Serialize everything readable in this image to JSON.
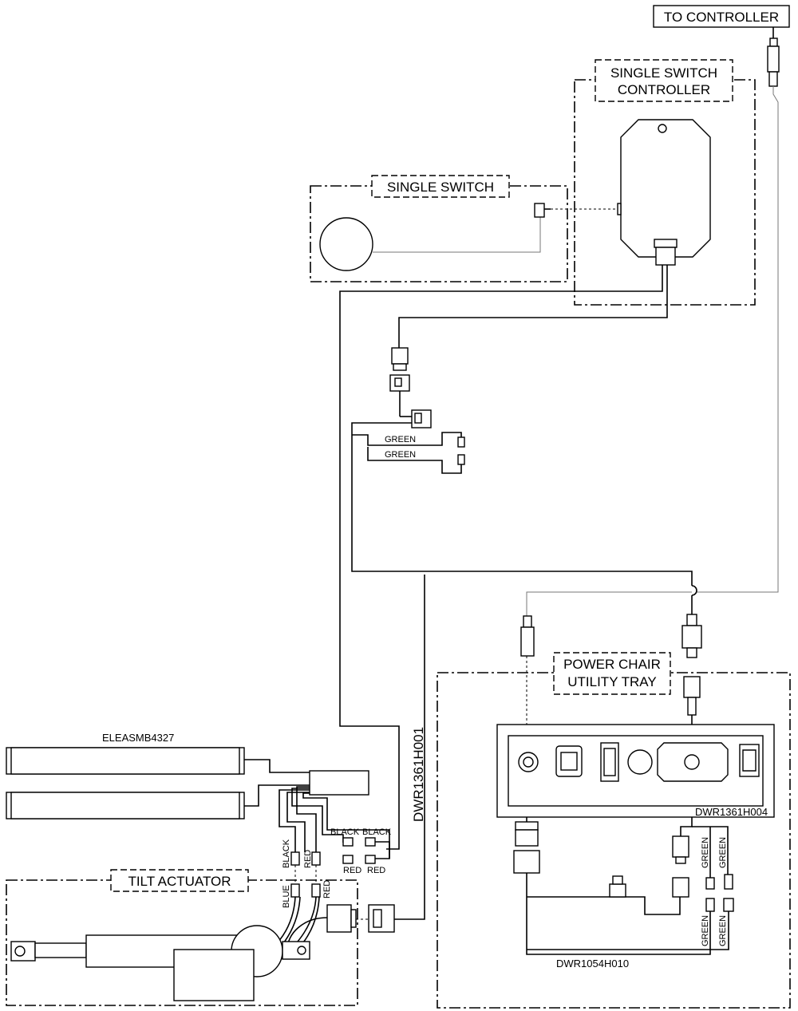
{
  "labels": {
    "to_controller": "TO CONTROLLER",
    "single_switch_controller_1": "SINGLE SWITCH",
    "single_switch_controller_2": "CONTROLLER",
    "single_switch": "SINGLE SWITCH",
    "power_chair_utility_tray_1": "POWER CHAIR",
    "power_chair_utility_tray_2": "UTILITY TRAY",
    "tilt_actuator": "TILT ACTUATOR",
    "eleasmb": "ELEASMB4327",
    "dwr1361h001": "DWR1361H001",
    "dwr1361h004": "DWR1361H004",
    "dwr1054h010": "DWR1054H010"
  },
  "wires": {
    "green_1": "GREEN",
    "green_2": "GREEN",
    "black_1": "BLACK",
    "black_2": "BLACK",
    "red_1": "RED",
    "red_2": "RED",
    "black_v": "BLACK",
    "red_v": "RED",
    "blue_v": "BLUE",
    "red_v2": "RED",
    "tray_green_1": "GREEN",
    "tray_green_2": "GREEN",
    "tray_green_3": "GREEN",
    "tray_green_4": "GREEN"
  }
}
